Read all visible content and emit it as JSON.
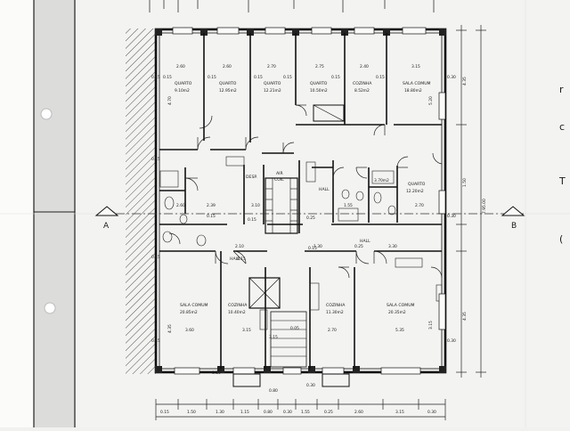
{
  "plan": {
    "section_marks": {
      "left": "A",
      "right": "B"
    },
    "right_edge_glyphs": [
      "r",
      "c",
      "T",
      "("
    ],
    "total_height_label": "7.95.00",
    "rooms": [
      {
        "name": "QUARTO",
        "area": "9.10m2",
        "width": "2.60"
      },
      {
        "name": "QUARTO",
        "area": "12.95m2",
        "width": "2.60"
      },
      {
        "name": "QUARTO",
        "area": "12.21m2",
        "width": "2.70"
      },
      {
        "name": "QUARTO",
        "area": "10.50m2",
        "width": "2.75"
      },
      {
        "name": "COZINHA",
        "area": "8.52m2",
        "width": "2.40"
      },
      {
        "name": "SALA COMUM",
        "area": "18.80m2",
        "width": "3.15"
      },
      {
        "name": "QUARTO",
        "area": "12.20m2",
        "width": "2.70"
      },
      {
        "name": "SALA COMUM",
        "area": "20.85m2",
        "width": "3.60"
      },
      {
        "name": "COZINHA",
        "area": "10.40m2",
        "width": "3.15"
      },
      {
        "name": "COZINHA",
        "area": "11.30m2",
        "width": "2.70"
      },
      {
        "name": "SALA COMUM",
        "area": "20.35m2",
        "width": "5.35"
      }
    ],
    "labels": {
      "hall": "HALL",
      "desp": "DESP.",
      "air": "AIR",
      "coil": "COIL",
      "bath": "3.70m2"
    },
    "dims": {
      "d1": "0.15",
      "d2": "0.25",
      "d3": "2.39",
      "d4": "3.10",
      "d5": "2.10",
      "d6": "1.55",
      "d7": "2.60",
      "d8": "3.30",
      "d9": "0.05",
      "d10": "1.30",
      "d11": "4.35",
      "d12": "4.70",
      "d13": "5.20",
      "d14": "0.30",
      "d15": "1.50",
      "d16": "2.60",
      "d17": "1.55",
      "d18": "0.80",
      "d19": "0.30",
      "d20": "3.15",
      "d21": "1.15",
      "d22": "0.10"
    }
  }
}
